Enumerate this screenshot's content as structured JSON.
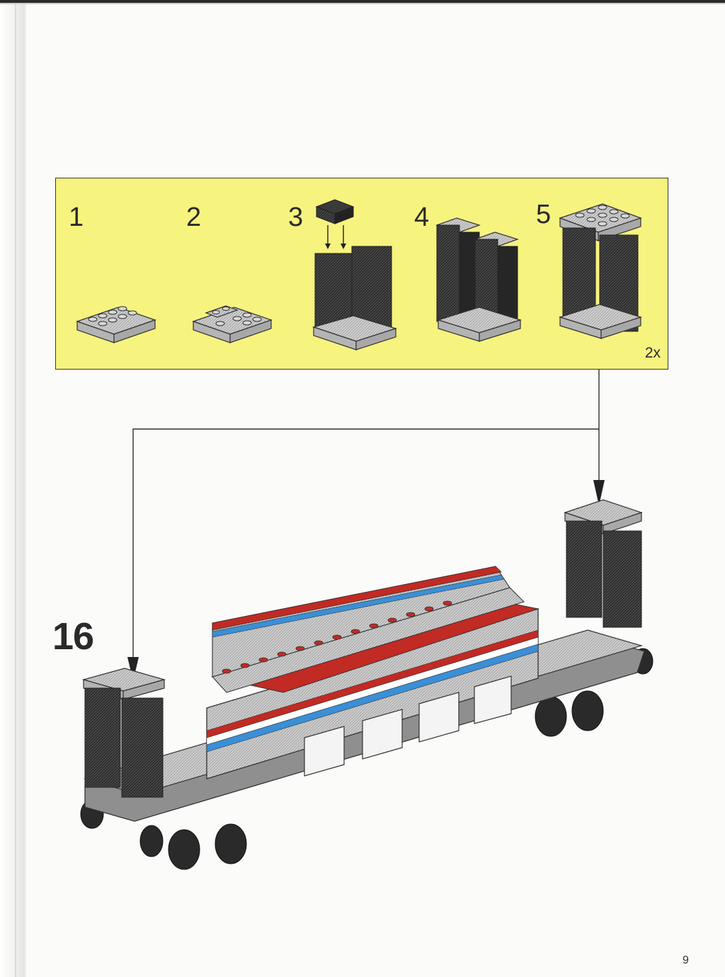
{
  "sub_assembly": {
    "steps": [
      {
        "number": "1"
      },
      {
        "number": "2"
      },
      {
        "number": "3"
      },
      {
        "number": "4"
      },
      {
        "number": "5"
      }
    ],
    "quantity": "2x"
  },
  "main_step": {
    "number": "16"
  },
  "page": {
    "number": "9"
  },
  "colors": {
    "panel": "#f7f37f",
    "brick_dark": "#2c2c2c",
    "brick_light": "#c9c9c9",
    "stripe_red": "#c22a24",
    "stripe_blue": "#3a8fd6"
  }
}
